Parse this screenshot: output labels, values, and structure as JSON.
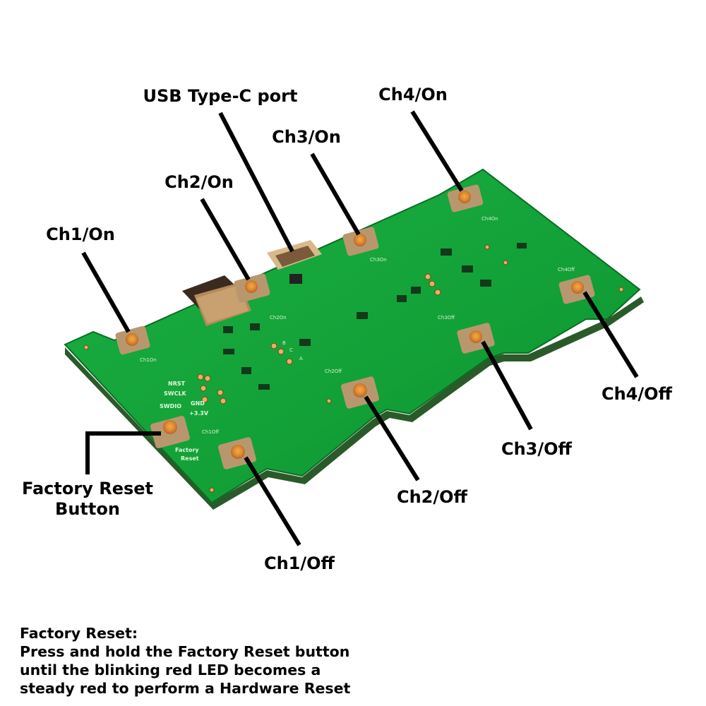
{
  "callouts": {
    "usb": "USB Type-C port",
    "ch1_on": "Ch1/On",
    "ch2_on": "Ch2/On",
    "ch3_on": "Ch3/On",
    "ch4_on": "Ch4/On",
    "ch1_off": "Ch1/Off",
    "ch2_off": "Ch2/Off",
    "ch3_off": "Ch3/Off",
    "ch4_off": "Ch4/Off",
    "factory_reset_line1": "Factory Reset",
    "factory_reset_line2": "Button"
  },
  "silkscreen": {
    "ch1on": "Ch1On",
    "ch2on": "Ch2On",
    "ch3on": "Ch3On",
    "ch4on": "Ch4On",
    "ch1off": "Ch1Off",
    "ch2off": "Ch2Off",
    "ch3off": "Ch3Off",
    "ch4off": "Ch4Off",
    "nrst": "NRST",
    "swclk": "SWCLK",
    "swdio": "SWDIO",
    "gnd": "GND",
    "v33": "+3.3V",
    "factory": "Factory",
    "reset": "Reset",
    "b": "B",
    "c": "C",
    "a": "A"
  },
  "note": {
    "title": "Factory Reset:",
    "line1": "Press and hold the Factory Reset button",
    "line2": "until the blinking red LED becomes a",
    "line3": "steady red to perform a Hardware Reset"
  },
  "colors": {
    "board": "#13a53a",
    "board_dark": "#0c7d2a",
    "copper": "#c9874a",
    "text": "#000000"
  }
}
